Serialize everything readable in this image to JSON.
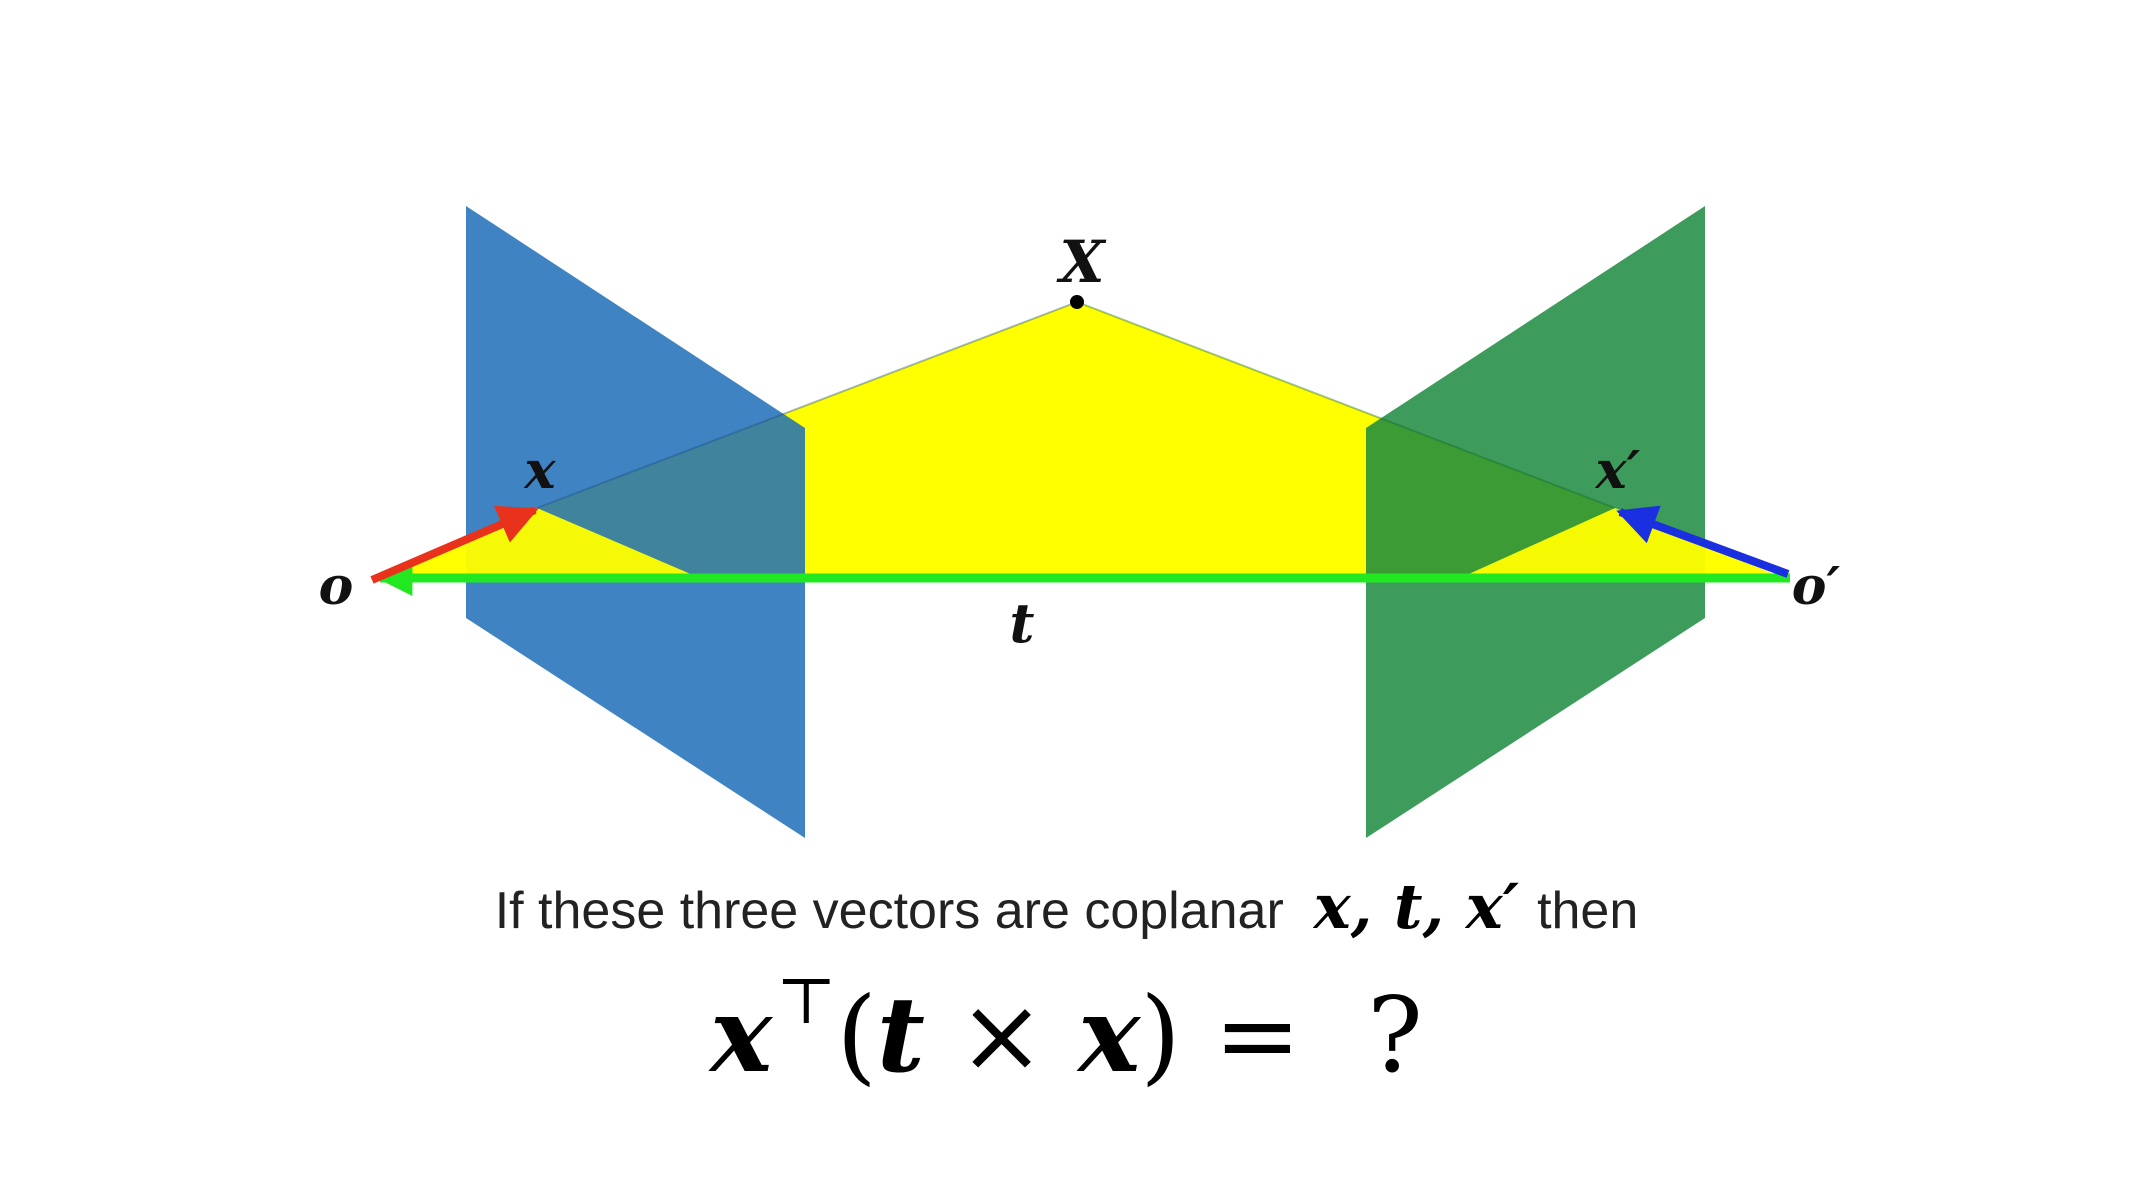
{
  "colors": {
    "left_plane": "#1e6db8",
    "right_plane": "#1b8a3e",
    "epipolar_plane": "#ffff00",
    "vector_x": "#e8321c",
    "vector_t": "#22e822",
    "vector_x_prime": "#1a2fe0"
  },
  "labels": {
    "point_X": "X",
    "x": "x",
    "x_prime": "x′",
    "o": "o",
    "o_prime": "o′",
    "t": "t"
  },
  "caption": {
    "prefix": "If these three vectors are coplanar",
    "vectors": "x, t, x′",
    "suffix": "then"
  },
  "equation": {
    "x": "x",
    "sup": "⊤",
    "open": "(",
    "t": "t",
    "times": " × ",
    "x2": "x",
    "close": ")",
    "equals": " =  ",
    "question": "?"
  }
}
